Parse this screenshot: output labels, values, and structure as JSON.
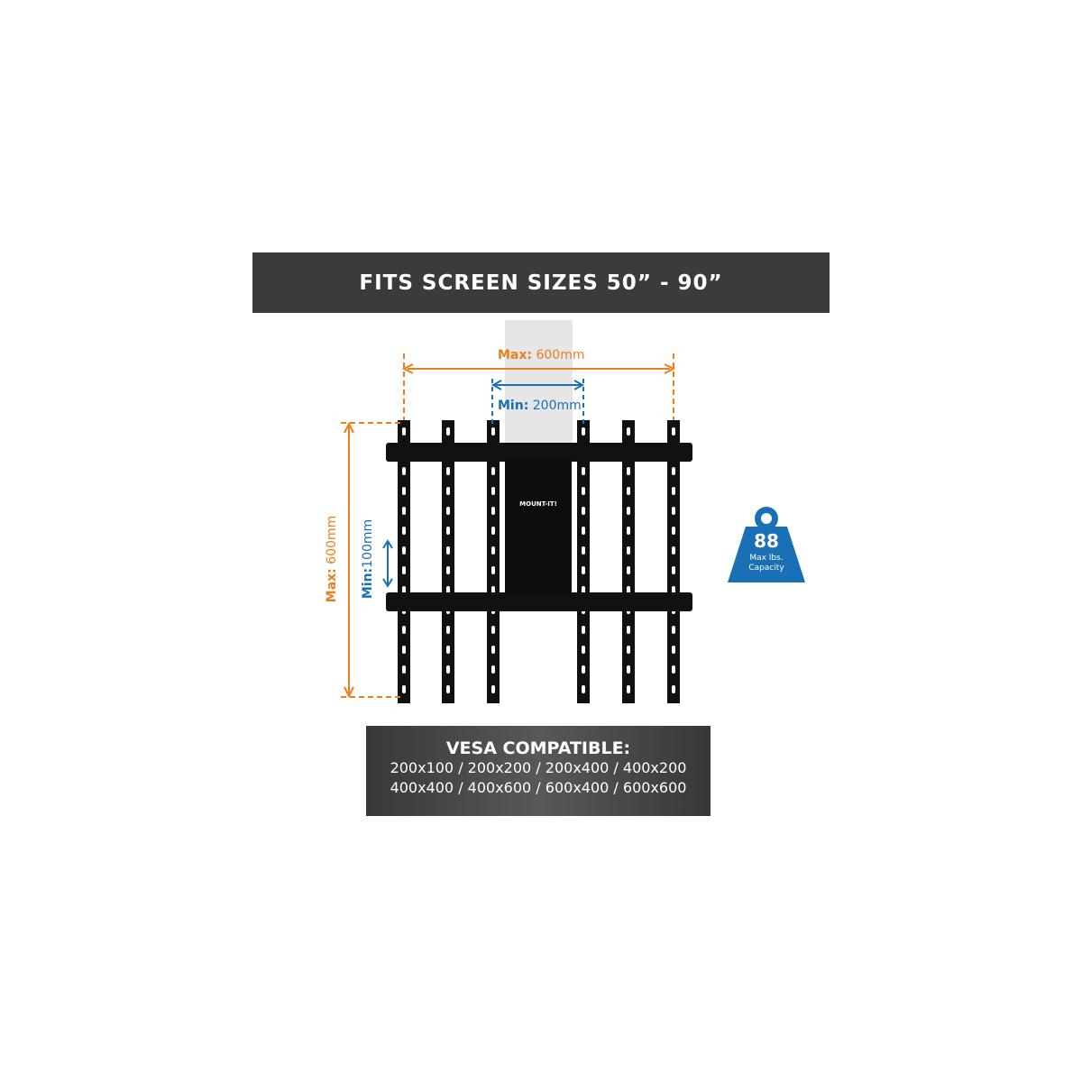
{
  "banner": {
    "title": "FITS SCREEN SIZES 50” - 90”"
  },
  "dimensions": {
    "max_width": {
      "label": "Max:",
      "value": "600mm"
    },
    "min_width": {
      "label": "Min:",
      "value": "200mm"
    },
    "max_height": {
      "label": "Max:",
      "value": "600mm"
    },
    "min_height": {
      "label": "Min:",
      "value": "100mm"
    }
  },
  "product": {
    "logo": "MOUNT-IT!"
  },
  "capacity": {
    "value": "88",
    "line1": "Max lbs.",
    "line2": "Capacity"
  },
  "vesa": {
    "title": "VESA COMPATIBLE:",
    "line1": "200x100 / 200x200 / 200x400 / 400x200",
    "line2": "400x400 / 400x600 / 600x400 / 600x600"
  },
  "colors": {
    "orange": "#e8801e",
    "blue": "#1a6fb5",
    "banner": "#3d3b39"
  }
}
